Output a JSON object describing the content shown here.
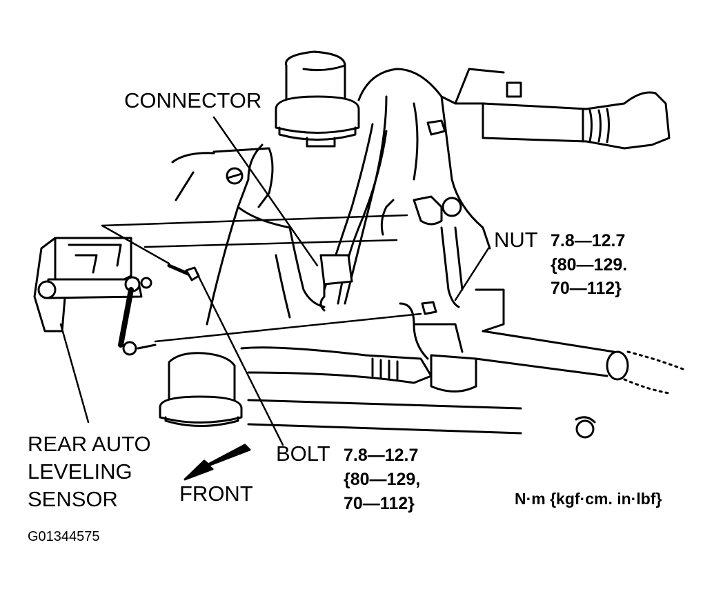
{
  "labels": {
    "connector": "CONNECTOR",
    "nut": "NUT",
    "nut_spec_1": "7.8—12.7",
    "nut_spec_2": "{80—129.",
    "nut_spec_3": "70—112}",
    "bolt": "BOLT",
    "bolt_spec_1": "7.8—12.7",
    "bolt_spec_2": "{80—129,",
    "bolt_spec_3": "70—112}",
    "sensor_1": "REAR AUTO",
    "sensor_2": "LEVELING",
    "sensor_3": "SENSOR",
    "front": "FRONT",
    "units": "N·m {kgf·cm. in·lbf}",
    "figure_id": "G01344575"
  },
  "colors": {
    "ink": "#000000",
    "paper": "#ffffff"
  }
}
